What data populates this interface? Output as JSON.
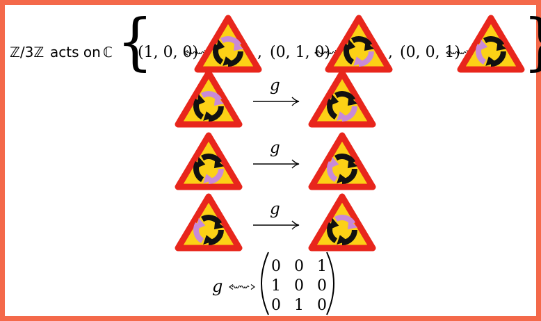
{
  "header": {
    "group": "ℤ/3ℤ",
    "acts_on": "acts on",
    "field": "ℂ",
    "basis": [
      {
        "vector": "(1, 0, 0)",
        "state": 0,
        "separator": ","
      },
      {
        "vector": "(0, 1, 0)",
        "state": 1,
        "separator": ","
      },
      {
        "vector": "(0, 0, 1)",
        "state": 2,
        "separator": ""
      }
    ]
  },
  "transitions": [
    {
      "from_state": 0,
      "arrow_label": "g",
      "to_state": 1
    },
    {
      "from_state": 1,
      "arrow_label": "g",
      "to_state": 2
    },
    {
      "from_state": 2,
      "arrow_label": "g",
      "to_state": 0
    }
  ],
  "matrix": {
    "symbol": "g",
    "rows": [
      [
        "0",
        "0",
        "1"
      ],
      [
        "1",
        "0",
        "0"
      ],
      [
        "0",
        "1",
        "0"
      ]
    ]
  },
  "colors": {
    "border": "#f4694a",
    "sign_outline": "#e8261c",
    "sign_fill": "#fcd116",
    "arrow_dark": "#111111",
    "arrow_highlight": "#c88ad8"
  },
  "icons": {
    "sign": "roundabout-warning-sign-icon",
    "correspondence": "squiggly-double-arrow-icon",
    "map_arrow": "right-arrow-icon"
  }
}
